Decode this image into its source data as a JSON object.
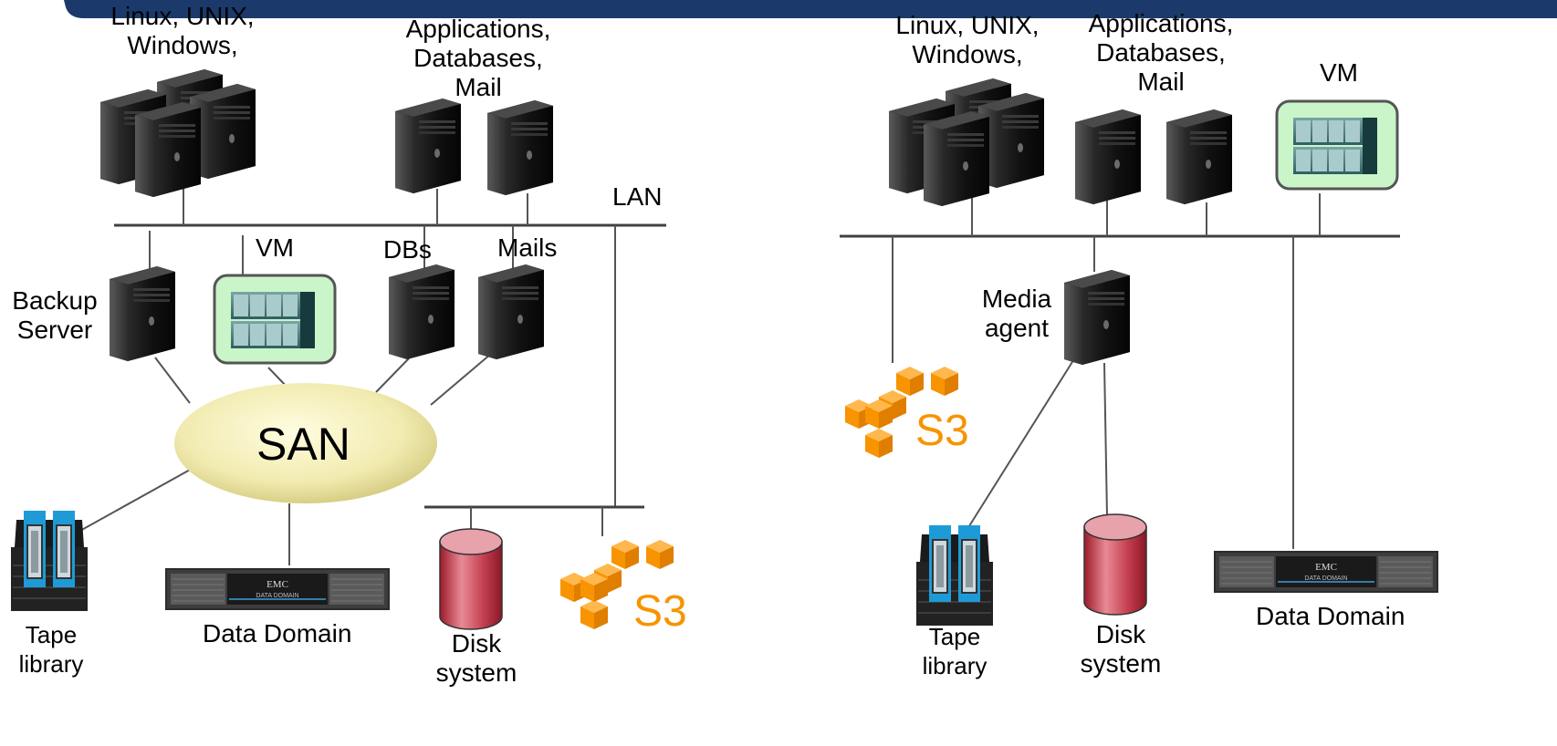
{
  "left_diagram": {
    "hosts_os_label": "Linux, UNIX,\nWindows,",
    "apps_label": "Applications,\nDatabases,\nMail",
    "lan_label": "LAN",
    "vm_label": "VM",
    "dbs_label": "DBs",
    "mails_label": "Mails",
    "backup_server_label": "Backup\nServer",
    "san_label": "SAN",
    "tape_label": "Tape\nlibrary",
    "data_domain_label": "Data Domain",
    "disk_label": "Disk\nsystem",
    "s3_label": "S3"
  },
  "right_diagram": {
    "hosts_os_label": "Linux, UNIX,\nWindows,",
    "apps_label": "Applications,\nDatabases,\nMail",
    "vm_label": "VM",
    "media_agent_label": "Media\nagent",
    "s3_label": "S3",
    "tape_label": "Tape\nlibrary",
    "disk_label": "Disk\nsystem",
    "data_domain_label": "Data Domain"
  },
  "appliance_brand": "EMC",
  "appliance_sub": "DATA DOMAIN",
  "colors": {
    "header_bar": "#1b3a6b",
    "server_dark": "#1a1a1a",
    "vm_box_fill": "#c9f5c9",
    "vm_box_stroke": "#555555",
    "san_fill": "#f3efb8",
    "disk_red": "#c0283a",
    "s3_orange": "#f79400",
    "tape_blue": "#1e9bd7"
  }
}
